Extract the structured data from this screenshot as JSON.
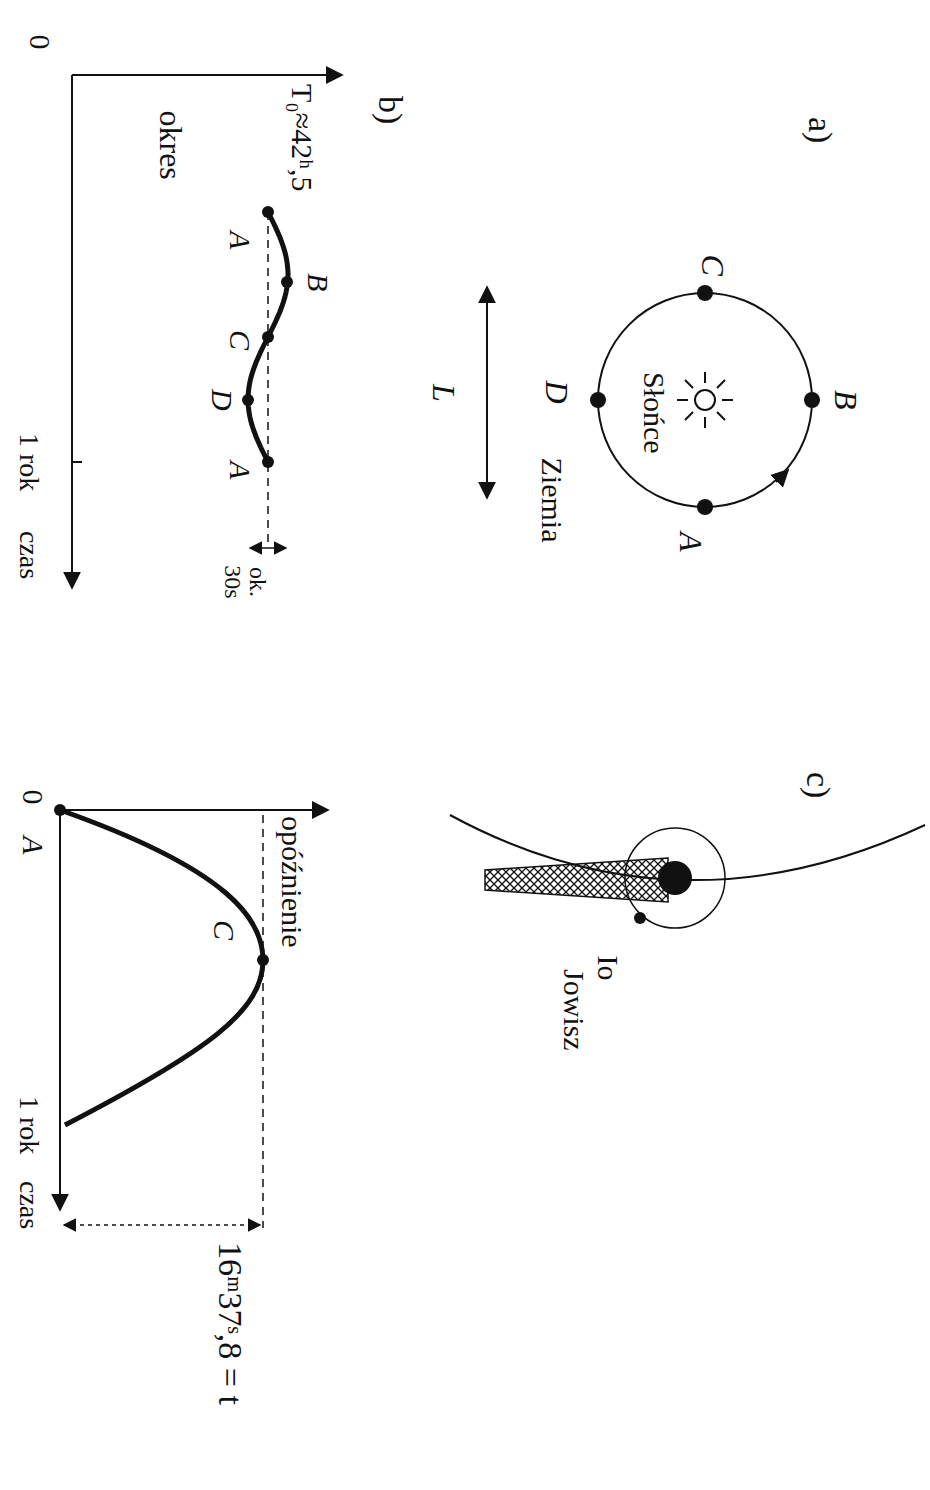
{
  "diagram": {
    "labels": [
      "a)",
      "C",
      "B",
      "Słońce",
      "D",
      "Ziemia",
      "A",
      "L",
      "b)",
      "T₀≈42ʰ,5",
      "okres",
      "B",
      "A",
      "C",
      "D",
      "A",
      "0",
      "1 rok",
      "czas",
      "ok. 30s",
      "c)",
      "Io",
      "Jowisz",
      "opóźnienie",
      "C",
      "A",
      "0",
      "1 rok",
      "czas",
      "16ᵐ37ˢ,8 = t"
    ]
  }
}
